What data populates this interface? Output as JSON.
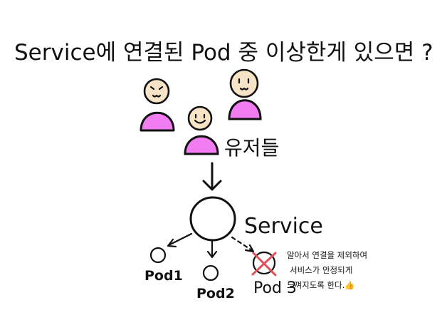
{
  "title": "Service에 연결된 Pod 중 이상한게 있으면 ?",
  "users": {
    "label": "유저들",
    "body_color": "#f27df2"
  },
  "service": {
    "label": "Service"
  },
  "pods": [
    {
      "label": "Pod1",
      "status": "ok"
    },
    {
      "label": "Pod2",
      "status": "ok"
    },
    {
      "label": "Pod 3",
      "status": "failed"
    }
  ],
  "failed_mark_color": "#e0505a",
  "note_lines": [
    "알아서 연결을 제외하여",
    "서비스가   안정되게",
    "느껴지도록  한다.👍"
  ]
}
